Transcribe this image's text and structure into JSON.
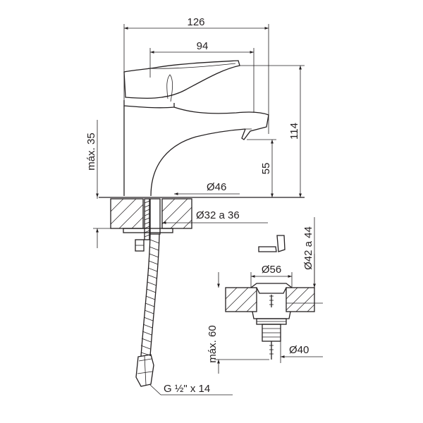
{
  "dimensions": {
    "total_width": "126",
    "spout_reach": "94",
    "total_height": "114",
    "spout_height": "55",
    "max_deck_thickness": "máx. 35",
    "body_diameter": "Ø46",
    "hole_diameter": "Ø32 a 36",
    "connection_thread": "G ½\" x 14",
    "drain_hole": "Ø42 a 44",
    "drain_flange": "Ø56",
    "drain_max_depth": "máx. 60",
    "drain_body": "Ø40"
  }
}
